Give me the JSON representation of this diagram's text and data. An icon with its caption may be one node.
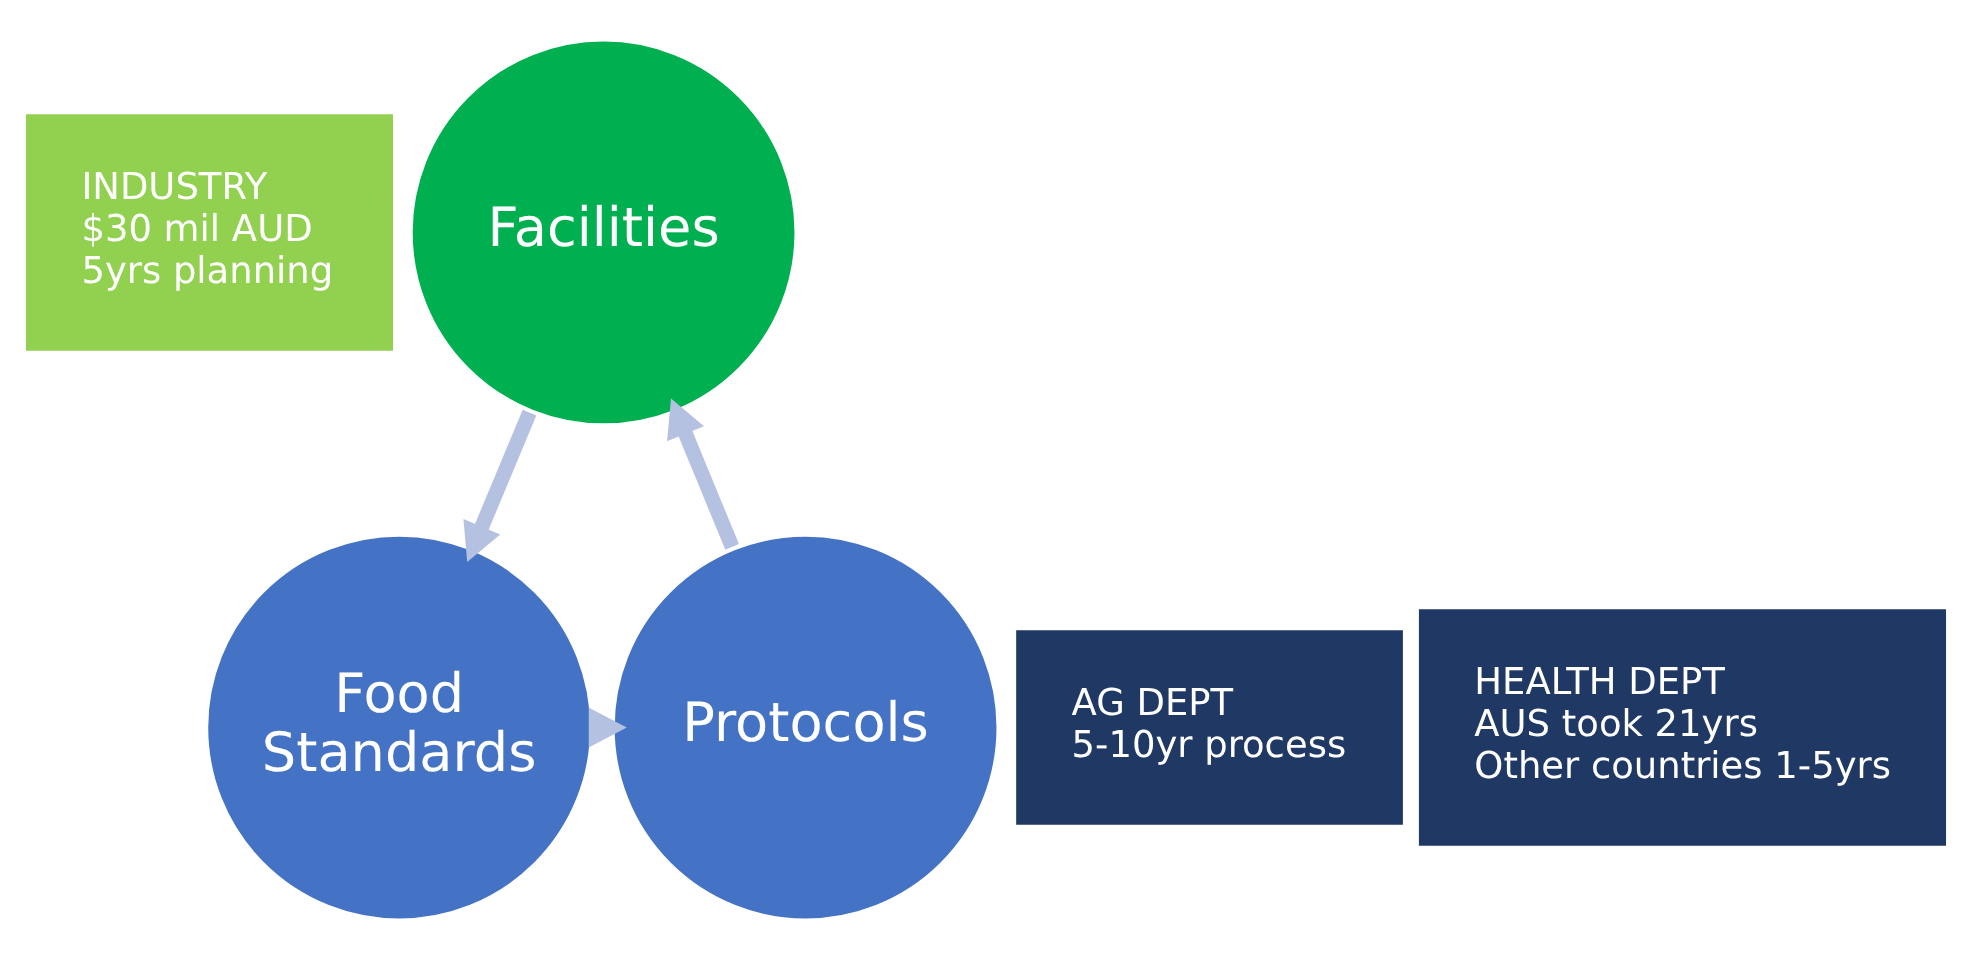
{
  "diagram": {
    "nodes": [
      {
        "text": [
          "Facilities"
        ]
      },
      {
        "text": [
          "Food Standards"
        ]
      },
      {
        "text": [
          "Protocols"
        ]
      },
      {
        "text": [
          "INDUSTRY",
          "$30 mil AUD",
          "5yrs planning"
        ]
      },
      {
        "text": [
          "AG DEPT",
          "5-10yr process"
        ]
      },
      {
        "text": [
          "HEALTH DEPT",
          "AUS took 21yrs",
          "Other countries 1-5yrs"
        ]
      }
    ],
    "edges": [
      {
        "from": 0,
        "to": 1,
        "arrow": "to"
      },
      {
        "from": 1,
        "to": 2,
        "arrow": "to"
      },
      {
        "from": 2,
        "to": 0,
        "arrow": "to"
      }
    ]
  }
}
